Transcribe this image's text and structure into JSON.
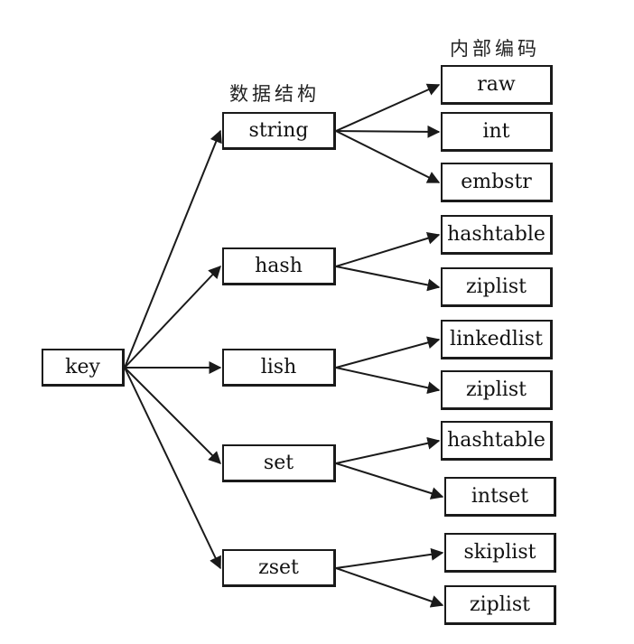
{
  "headings": {
    "data_structure": "数据结构",
    "internal_encoding": "内部编码"
  },
  "root": "key",
  "structures": [
    {
      "label": "string",
      "encodings": [
        "raw",
        "int",
        "embstr"
      ]
    },
    {
      "label": "hash",
      "encodings": [
        "hashtable",
        "ziplist"
      ]
    },
    {
      "label": "lish",
      "encodings": [
        "linkedlist",
        "ziplist"
      ]
    },
    {
      "label": "set",
      "encodings": [
        "hashtable",
        "intset"
      ]
    },
    {
      "label": "zset",
      "encodings": [
        "skiplist",
        "ziplist"
      ]
    }
  ],
  "colors": {
    "ink": "#1a1a1a",
    "background": "#ffffff"
  }
}
